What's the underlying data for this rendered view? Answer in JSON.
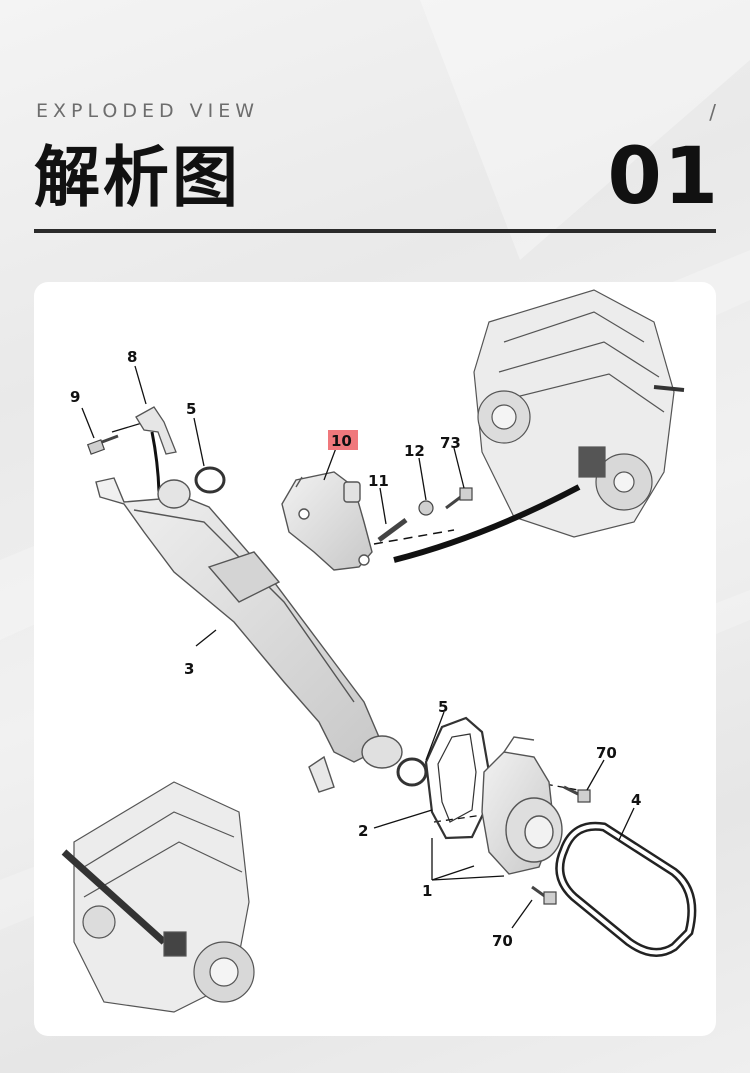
{
  "header": {
    "eyebrow": "EXPLODED VIEW",
    "slash": "/",
    "title": "解析图",
    "page_number": "01"
  },
  "diagram": {
    "highlighted_part": "10",
    "labels": {
      "p8": "8",
      "p9": "9",
      "p5a": "5",
      "p10": "10",
      "p12": "12",
      "p73": "73",
      "p11": "11",
      "p3": "3",
      "p5b": "5",
      "p70a": "70",
      "p2": "2",
      "p4": "4",
      "p1": "1",
      "p70b": "70"
    }
  }
}
